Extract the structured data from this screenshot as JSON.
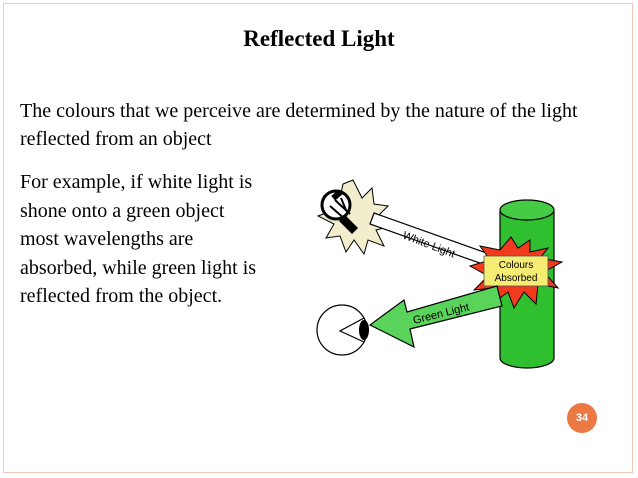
{
  "slide": {
    "title": "Reflected Light",
    "paragraph": "The colours that we perceive are determined by the nature of the light reflected from an object",
    "example": "For example, if white light is shone onto a green object most wavelengths are absorbed, while green light is reflected from the object.",
    "page_number": "34"
  },
  "diagram": {
    "white_light_label": "White Light",
    "green_light_label": "Green Light",
    "absorbed_label_line1": "Colours",
    "absorbed_label_line2": "Absorbed"
  },
  "colors": {
    "cylinder_green": "#2fbf2f",
    "arrow_green": "#5ad35a",
    "badge_orange": "#ec7843",
    "burst_red": "#f23b1e",
    "burst_yellow": "#f5ec74",
    "bulb_burst": "#f2eecd",
    "border": "#f2c9b8"
  }
}
